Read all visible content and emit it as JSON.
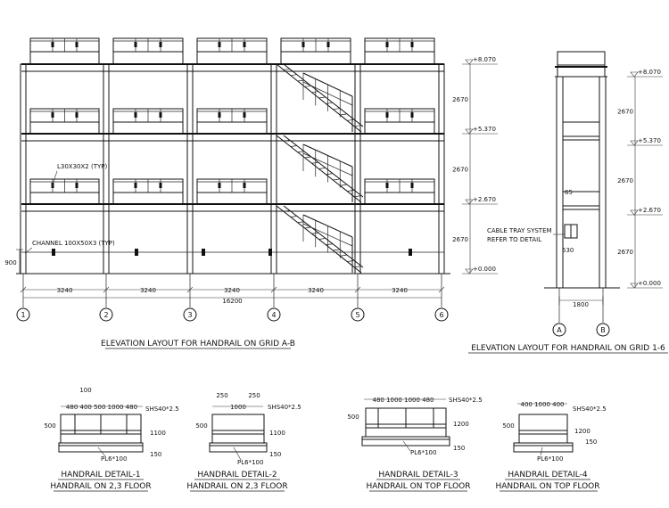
{
  "elev_ab": {
    "title": "ELEVATION LAYOUT FOR HANDRAIL ON GRID A-B",
    "levels": [
      "+8.070",
      "+5.370",
      "+2.670",
      "+0.000"
    ],
    "heights": [
      "2670",
      "2670",
      "2670"
    ],
    "bays": [
      "3240",
      "3240",
      "3240",
      "3240",
      "3240"
    ],
    "total": "16200",
    "grids": [
      "1",
      "2",
      "3",
      "4",
      "5",
      "6"
    ],
    "dim_900": "900",
    "note_angle": "L30X30X2 (TYP)",
    "note_channel": "CHANNEL 100X50X3 (TYP)"
  },
  "elev_16": {
    "title": "ELEVATION LAYOUT FOR HANDRAIL ON GRID 1-6",
    "levels": [
      "+8.070",
      "+5.370",
      "+2.670",
      "+0.000"
    ],
    "heights": [
      "2670",
      "2670",
      "2670"
    ],
    "width": "1800",
    "grids": [
      "A",
      "B"
    ],
    "note_cable_1": "CABLE TRAY SYSTEM",
    "note_cable_2": "REFER TO DETAIL",
    "dim_65": "65",
    "dim_530": "530"
  },
  "detail1": {
    "title": "HANDRAIL DETAIL-1",
    "subtitle": "HANDRAIL ON 2,3 FLOOR",
    "dim_top": "100",
    "dims": "480 400 500 1000 480",
    "shs": "SHS40*2.5",
    "h500": "500",
    "h1100": "1100",
    "h150": "150",
    "pl": "PL6*100"
  },
  "detail2": {
    "title": "HANDRAIL DETAIL-2",
    "subtitle": "HANDRAIL ON 2,3 FLOOR",
    "d250a": "250",
    "d250b": "250",
    "d1000": "1000",
    "shs": "SHS40*2.5",
    "h500": "500",
    "h1100": "1100",
    "h150": "150",
    "pl": "PL6*100"
  },
  "detail3": {
    "title": "HANDRAIL DETAIL-3",
    "subtitle": "HANDRAIL ON TOP FLOOR",
    "dims": "480 1000 1000 480",
    "shs": "SHS40*2.5",
    "h500": "500",
    "h1200": "1200",
    "h150": "150",
    "pl": "PL6*100"
  },
  "detail4": {
    "title": "HANDRAIL DETAIL-4",
    "subtitle": "HANDRAIL ON TOP FLOOR",
    "dims": "400 1000 400",
    "shs": "SHS40*2.5",
    "h500": "500",
    "h1200": "1200",
    "h150": "150",
    "pl": "PL6*100"
  }
}
